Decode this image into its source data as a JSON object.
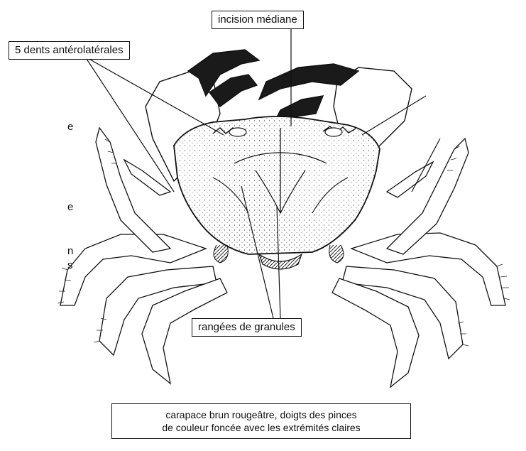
{
  "labels": {
    "median_incision": "incision médiane",
    "anterolateral_teeth": "5 dents antérolatérales",
    "granule_rows": "rangées de granules"
  },
  "caption": {
    "line1": "carapace brun rougeâtre, doigts des pinces",
    "line2": "de couleur foncée avec les extrémités claires"
  },
  "left_edge_fragments": [
    "e",
    "e",
    "n",
    "s"
  ],
  "colors": {
    "ink": "#111111",
    "claw_tip": "#1a1a1a",
    "background": "#ffffff"
  }
}
